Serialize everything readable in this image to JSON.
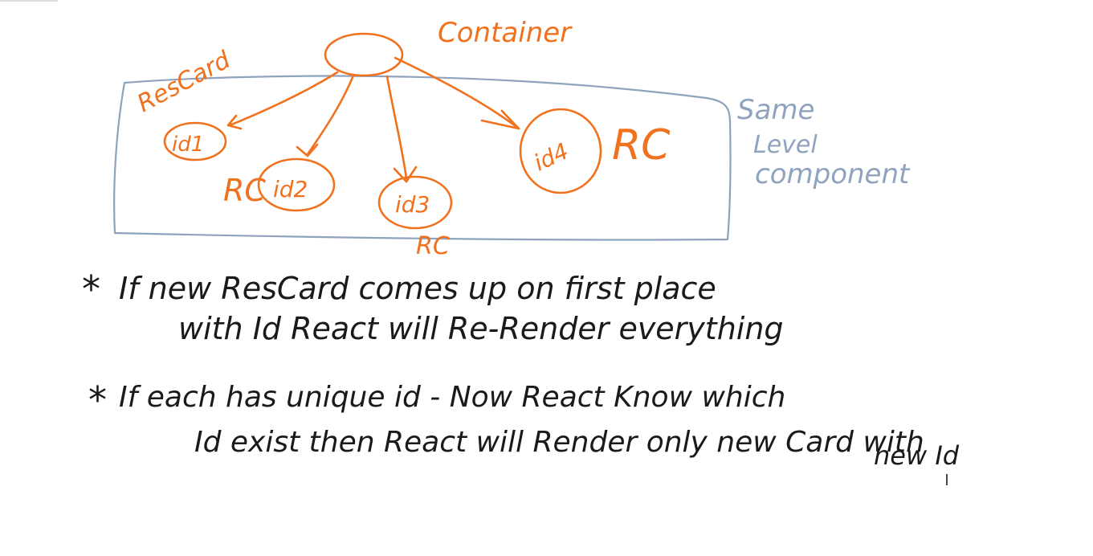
{
  "diagram": {
    "container_label": "Container",
    "rescard_label": "ResCard",
    "nodes": [
      {
        "id": "id1",
        "label": "id1",
        "tag": ""
      },
      {
        "id": "id2",
        "label": "id2",
        "tag": "RC"
      },
      {
        "id": "id3",
        "label": "id3",
        "tag": "RC"
      },
      {
        "id": "id4",
        "label": "id4",
        "tag": "RC"
      }
    ],
    "same_level_label": [
      "Same",
      "Level",
      "component"
    ]
  },
  "notes": [
    {
      "bullet": "*",
      "lines": [
        "If new ResCard comes up on first place",
        "with Id React will Re-Render everything"
      ]
    },
    {
      "bullet": "*",
      "lines": [
        "If each has unique id - Now React Know which",
        "Id exist then React will Render only new Card with",
        "new Id"
      ]
    }
  ],
  "colors": {
    "accent": "#F0711E",
    "group": "#8FA3BE",
    "ink": "#1a1a1a"
  }
}
